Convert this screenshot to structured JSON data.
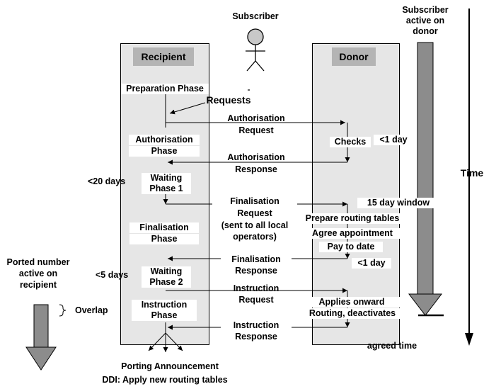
{
  "columns": {
    "recipient": "Recipient",
    "donor": "Donor"
  },
  "subscriber": {
    "label": "Subscriber",
    "active_on_donor": [
      "Subscriber",
      "active on",
      "donor"
    ]
  },
  "time_label": "Time",
  "recipient_phases": {
    "preparation": "Preparation Phase",
    "authorisation": [
      "Authorisation",
      "Phase"
    ],
    "waiting1": [
      "Waiting",
      "Phase 1"
    ],
    "finalisation": [
      "Finalisation",
      "Phase"
    ],
    "waiting2": [
      "Waiting",
      "Phase 2"
    ],
    "instruction": [
      "Instruction",
      "Phase"
    ]
  },
  "requests": "Requests",
  "messages": {
    "auth_request": [
      "Authorisation",
      "Request"
    ],
    "auth_response": [
      "Authorisation",
      "Response"
    ],
    "final_request": [
      "Finalisation",
      "Request",
      "(sent to all local",
      "operators)"
    ],
    "final_response": [
      "Finalisation",
      "Response"
    ],
    "instr_request": [
      "Instruction",
      "Request"
    ],
    "instr_response": [
      "Instruction",
      "Response"
    ]
  },
  "donor_notes": {
    "checks": "Checks",
    "prepare_routing": "Prepare routing tables",
    "agree_appointment": "Agree appointment",
    "pay_to_date": "Pay to date",
    "applies_onward": [
      "Applies onward",
      "Routing, deactivates"
    ],
    "agreed_time": "agreed time"
  },
  "durations": {
    "lt1day_a": "<1 day",
    "lt20days": "<20 days",
    "window15": "15 day window",
    "lt1day_b": "<1 day",
    "lt5days": "<5 days"
  },
  "ported": {
    "label": [
      "Ported number",
      "active on",
      "recipient"
    ],
    "overlap": "Overlap"
  },
  "footer": {
    "announcement": "Porting Announcement",
    "ddi": "DDI: Apply new routing tables"
  }
}
